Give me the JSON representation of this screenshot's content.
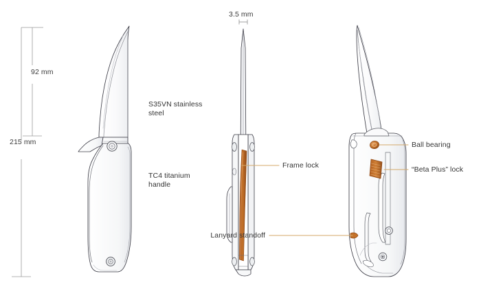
{
  "diagram": {
    "title": "Folding knife technical diagram",
    "background_color": "#ffffff",
    "line_color": "#3c3c46",
    "accent_orange": "#c4722a",
    "leader_color": "#d4a96a",
    "text_color": "#333333"
  },
  "dimensions": {
    "blade_length": "92 mm",
    "overall_length": "215 mm",
    "thickness": "3.5 mm"
  },
  "material_callouts": [
    {
      "id": "blade-steel",
      "text": "S35VN stainless\nsteel"
    },
    {
      "id": "handle-material",
      "text": "TC4 titanium\nhandle"
    }
  ],
  "feature_callouts": [
    {
      "id": "frame-lock",
      "text": "Frame lock",
      "side": "left"
    },
    {
      "id": "lanyard-standoff",
      "text": "Lanyard standoff",
      "side": "left"
    },
    {
      "id": "ball-bearing",
      "text": "Ball bearing",
      "side": "right"
    },
    {
      "id": "beta-plus-lock",
      "text": "“Beta Plus” lock",
      "side": "right"
    }
  ],
  "views": [
    {
      "id": "view-open-side",
      "name": "open knife side view"
    },
    {
      "id": "view-open-edge",
      "name": "open knife edge view"
    },
    {
      "id": "view-closed-side",
      "name": "closed knife side view"
    }
  ]
}
